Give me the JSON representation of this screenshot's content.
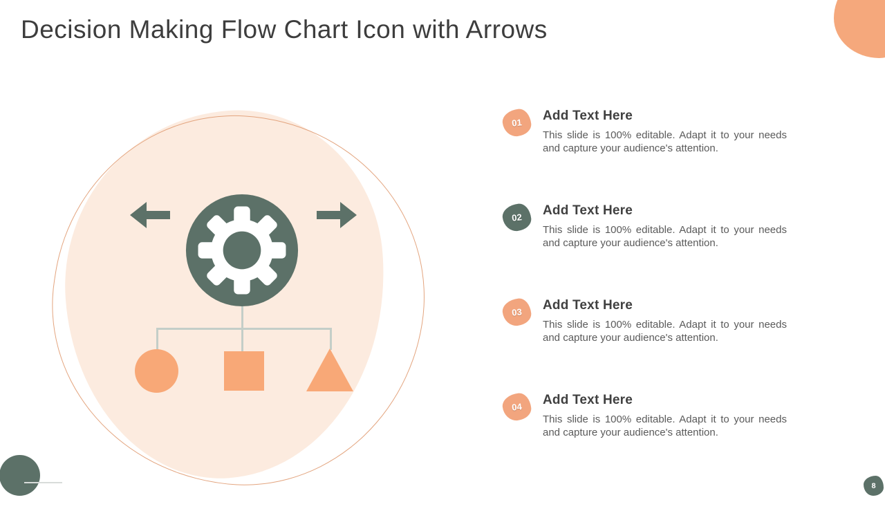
{
  "title": "Decision Making Flow Chart Icon with Arrows",
  "page_number": "8",
  "colors": {
    "teal": "#5C7168",
    "orange": "#F5A87C",
    "node_orange": "#F8A877",
    "blob_fill": "#FCEBDF",
    "blob_outline": "#E3A47E",
    "connector_line": "#C4CEC8",
    "title_text": "#3d3d3d",
    "heading_text": "#404040",
    "body_text": "#5A5A5A"
  },
  "illustration": {
    "icons": [
      "left-arrow-icon",
      "gear-icon",
      "right-arrow-icon",
      "circle-node",
      "square-node",
      "triangle-node"
    ]
  },
  "items": [
    {
      "number": "01",
      "badge_color": "#F2A57E",
      "heading": "Add Text Here",
      "body": "This slide is 100% editable. Adapt it to your needs and capture your audience's attention."
    },
    {
      "number": "02",
      "badge_color": "#5C7168",
      "heading": "Add Text Here",
      "body": "This slide is 100% editable. Adapt it to your needs and capture your audience's attention."
    },
    {
      "number": "03",
      "badge_color": "#F2A57E",
      "heading": "Add Text Here",
      "body": "This slide is 100% editable. Adapt it to your needs and capture your audience's attention."
    },
    {
      "number": "04",
      "badge_color": "#F2A57E",
      "heading": "Add Text Here",
      "body": "This slide is 100% editable. Adapt it to your needs and capture your audience's attention."
    }
  ]
}
